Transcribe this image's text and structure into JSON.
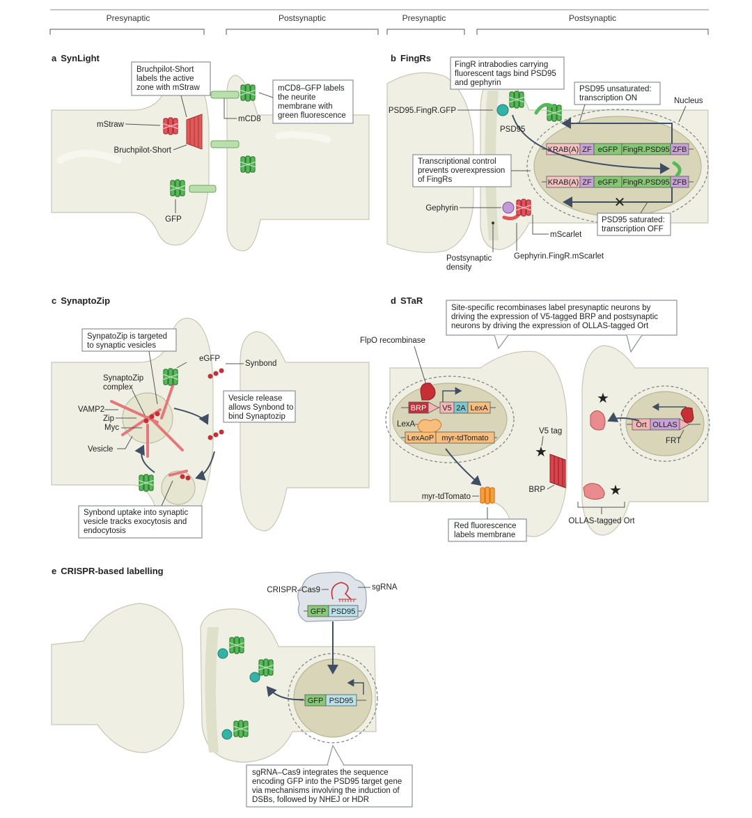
{
  "header": {
    "left_pre": "Presynaptic",
    "left_post": "Postsynaptic",
    "right_pre": "Presynaptic",
    "right_post": "Postsynaptic"
  },
  "panel_a": {
    "letter": "a",
    "title": "SynLight",
    "note_brp": [
      "Bruchpilot-Short",
      "labels the active",
      "zone with mStraw"
    ],
    "note_mcd8": [
      "mCD8–GFP labels",
      "the neurite",
      "membrane with",
      "green fluorescence"
    ],
    "label_mstraw": "mStraw",
    "label_brp": "Bruchpilot-Short",
    "label_mcd8": "mCD8",
    "label_gfp": "GFP"
  },
  "panel_b": {
    "letter": "b",
    "title": "FingRs",
    "note_fingr": [
      "FingR intrabodies carrying",
      "fluorescent tags bind PSD95",
      "and gephyrin"
    ],
    "note_unsat": [
      "PSD95 unsaturated:",
      "transcription ON"
    ],
    "note_nucleus": "Nucleus",
    "note_control": [
      "Transcriptional control",
      "prevents overexpression",
      "of FingRs"
    ],
    "note_sat": [
      "PSD95 saturated:",
      "transcription OFF"
    ],
    "label_psd95fingr": "PSD95.FingR.GFP",
    "label_psd95": "PSD95",
    "label_gephyrin": "Gephyrin",
    "label_mscarlet": "mScarlet",
    "label_gephfingr": "Gephyrin.FingR.mScarlet",
    "label_density": [
      "Postsynaptic",
      "density"
    ],
    "gene": [
      "KRAB(A)",
      "ZF",
      "eGFP",
      "FingR.PSD95",
      "ZFB"
    ]
  },
  "panel_c": {
    "letter": "c",
    "title": "SynaptoZip",
    "note_target": [
      "SynpatoZip is targeted",
      "to synaptic vesicles"
    ],
    "note_release": [
      "Vesicle release",
      "allows Synbond to",
      "bind Synaptozip"
    ],
    "note_uptake": [
      "Synbond uptake into synaptic",
      "vesicle tracks exocytosis and",
      "endocytosis"
    ],
    "label_egfp": "eGFP",
    "label_synbond": "Synbond",
    "label_complex": [
      "SynaptoZip",
      "complex"
    ],
    "label_vamp2": "VAMP2",
    "label_zip": "Zip",
    "label_myc": "Myc",
    "label_vesicle": "Vesicle"
  },
  "panel_d": {
    "letter": "d",
    "title": "STaR",
    "note_top": [
      "Site-specific recombinases label presynaptic neurons by",
      "driving the expression of V5-tagged BRP and postsynaptic",
      "neurons by driving the expression of OLLAS-tagged Ort"
    ],
    "note_red": [
      "Red fluorescence",
      "labels membrane"
    ],
    "label_flpo": "FlpO recombinase",
    "label_lexa": "LexA",
    "label_v5tag": "V5 tag",
    "label_brp": "BRP",
    "label_myr": "myr-tdTomato",
    "label_frt": "FRT",
    "label_ollas_ort": "OLLAS-tagged Ort",
    "gene1": [
      "BRP",
      "V5",
      "2A",
      "LexA"
    ],
    "gene2": [
      "LexAoP",
      "myr-tdTomato"
    ],
    "gene3": [
      "Ort",
      "OLLAS"
    ]
  },
  "panel_e": {
    "letter": "e",
    "title": "CRISPR-based labelling",
    "label_cas9": "CRISPR–Cas9",
    "label_sgrna": "sgRNA",
    "gene": [
      "GFP",
      "PSD95"
    ],
    "note_bottom": [
      "sgRNA–Cas9 integrates the sequence",
      "encoding GFP into the PSD95 target gene",
      "via mechanisms involving the induction of",
      "DSBs, followed by NHEJ or HDR"
    ]
  },
  "colors": {
    "membrane": "#efefe3",
    "nucleus": "#d8d5b8",
    "gfp": "#4caf50",
    "red_fp": "#d9434b",
    "arrow": "#3f4e63"
  }
}
